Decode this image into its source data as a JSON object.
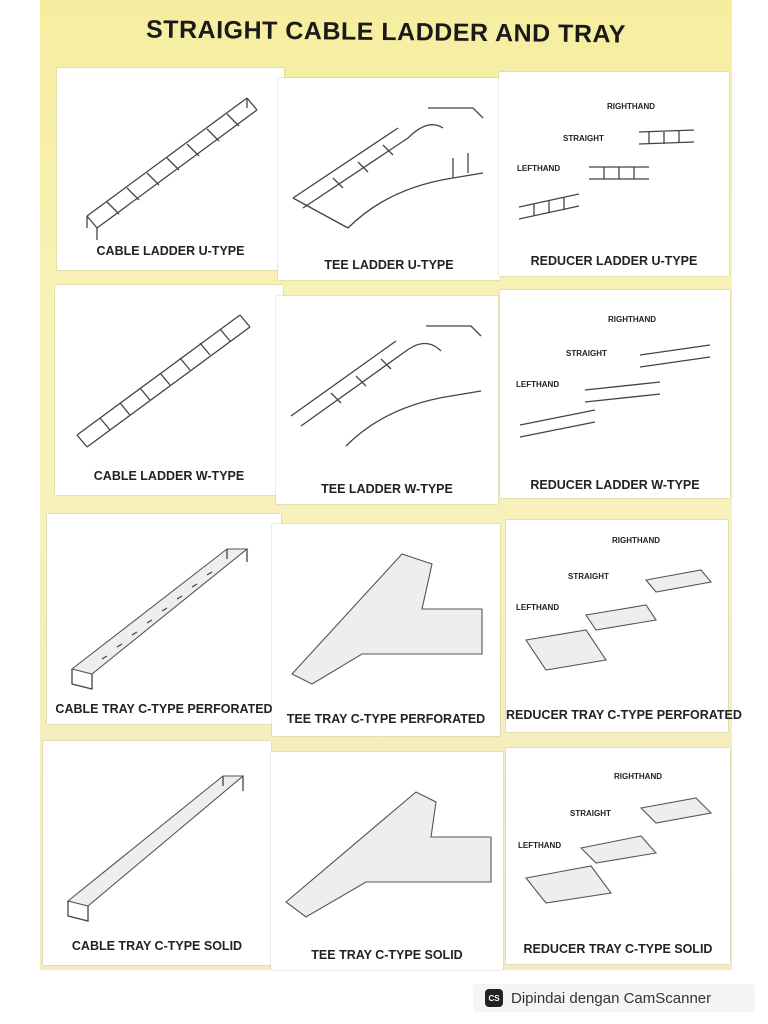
{
  "title": "STRAIGHT CABLE LADDER AND TRAY",
  "rows": [
    {
      "left": "CABLE LADDER U-TYPE",
      "middle": "TEE LADDER U-TYPE",
      "right": "REDUCER LADDER U-TYPE"
    },
    {
      "left": "CABLE LADDER W-TYPE",
      "middle": "TEE LADDER W-TYPE",
      "right": "REDUCER LADDER W-TYPE"
    },
    {
      "left": "CABLE TRAY C-TYPE PERFORATED",
      "middle": "TEE TRAY C-TYPE PERFORATED",
      "right": "REDUCER TRAY C-TYPE PERFORATED"
    },
    {
      "left": "CABLE TRAY C-TYPE SOLID",
      "middle": "TEE TRAY C-TYPE SOLID",
      "right": "REDUCER TRAY C-TYPE SOLID"
    }
  ],
  "reducer_parts": {
    "righthand": "RIGHTHAND",
    "straight": "STRAIGHT",
    "lefthand": "LEFTHAND"
  },
  "footer": {
    "icon": "CS",
    "text": "Dipindai dengan CamScanner"
  }
}
